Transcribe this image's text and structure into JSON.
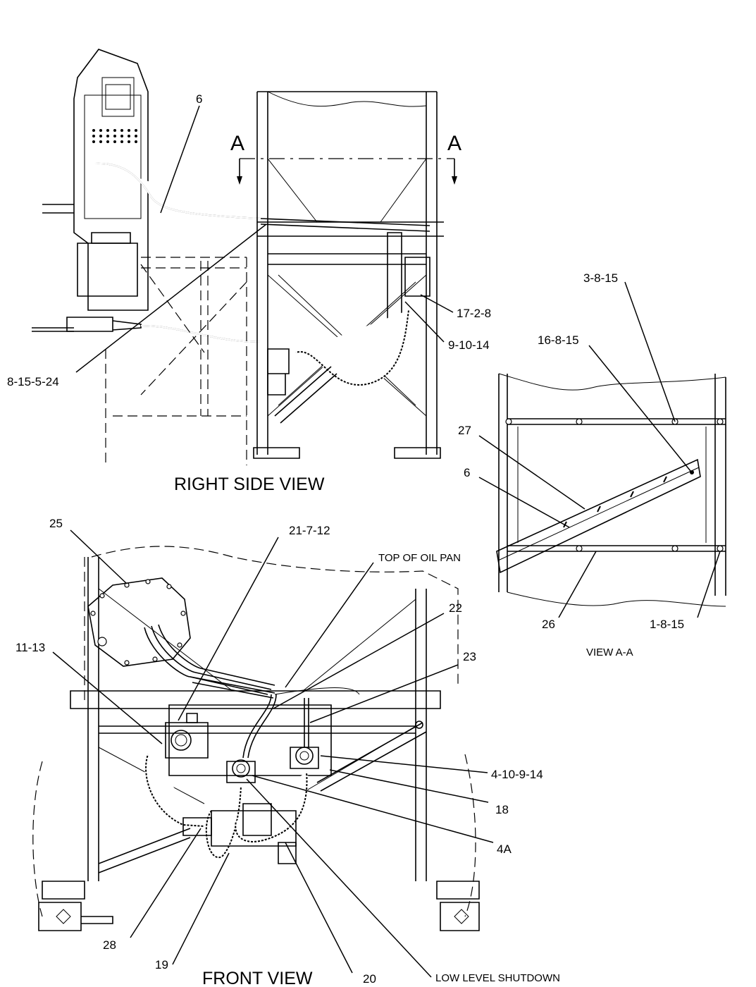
{
  "views": {
    "right_side": {
      "title": "RIGHT SIDE VIEW",
      "section_marks": [
        "A",
        "A"
      ],
      "callouts": [
        "6",
        "8-15-5-24",
        "17-2-8",
        "9-10-14"
      ]
    },
    "section_aa": {
      "title": "VIEW  A-A",
      "callouts": [
        "3-8-15",
        "16-8-15",
        "27",
        "6",
        "26",
        "1-8-15"
      ]
    },
    "front": {
      "title": "FRONT VIEW",
      "callouts": [
        "25",
        "21-7-12",
        "TOP OF OIL PAN",
        "22",
        "11-13",
        "23",
        "4-10-9-14",
        "18",
        "4A",
        "28",
        "19",
        "20",
        "LOW LEVEL SHUTDOWN"
      ]
    }
  }
}
